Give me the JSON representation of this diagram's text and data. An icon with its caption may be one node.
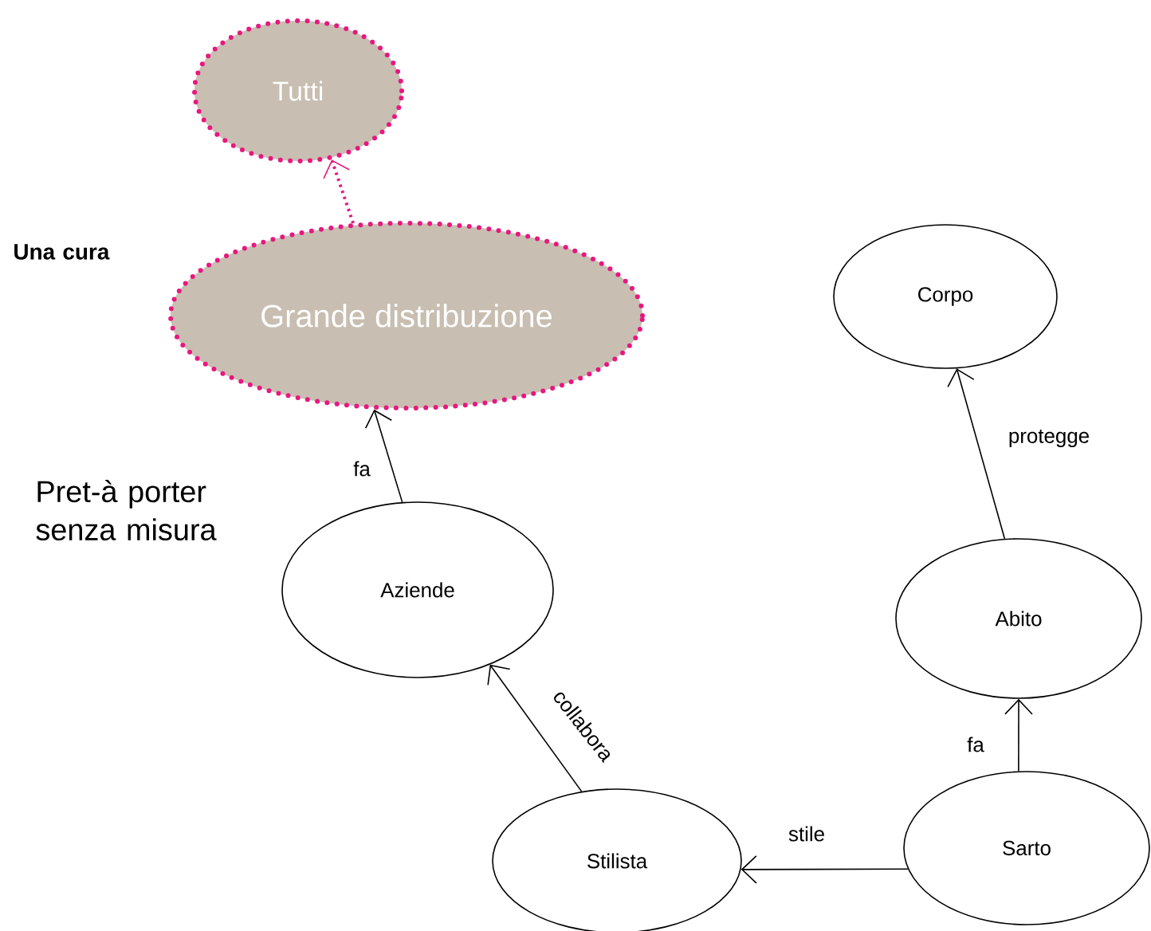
{
  "diagram": {
    "nodes": [
      {
        "text": [
          "Tutti"
        ]
      },
      {
        "text": [
          "Grande distribuzione"
        ]
      },
      {
        "text": [
          "Aziende"
        ]
      },
      {
        "text": [
          "Stilista"
        ]
      },
      {
        "text": [
          "Sarto"
        ]
      },
      {
        "text": [
          "Abito"
        ]
      },
      {
        "text": [
          "Corpo"
        ]
      }
    ],
    "edges": [
      {
        "from": 1,
        "to": 0,
        "arrow": "to",
        "style": "dashed",
        "color": "#e8177f"
      },
      {
        "from": 2,
        "to": 1,
        "arrow": "to",
        "label": "fa"
      },
      {
        "from": 3,
        "to": 2,
        "arrow": "to",
        "label": "collabora"
      },
      {
        "from": 4,
        "to": 3,
        "arrow": "to",
        "label": "stile"
      },
      {
        "from": 4,
        "to": 5,
        "arrow": "to",
        "label": "fa"
      },
      {
        "from": 5,
        "to": 6,
        "arrow": "to",
        "label": "protegge"
      }
    ],
    "labels": [
      "Una cura",
      "Pret-à porter senza misura"
    ]
  }
}
